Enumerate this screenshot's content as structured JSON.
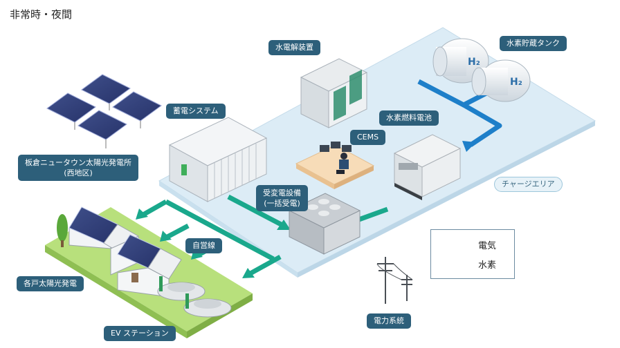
{
  "title": "非常時・夜間",
  "labels": {
    "electrolyzer": "水電解装置",
    "hydrogen_tank": "水素貯蔵タンク",
    "storage_system": "蓄電システム",
    "solar_plant_line1": "板倉ニュータウン太陽光発電所",
    "solar_plant_line2": "(西地区)",
    "cems": "CEMS",
    "fuel_cell": "水素燃料電池",
    "charge_area": "チャージエリア",
    "substation_line1": "受変電設備",
    "substation_line2": "(一括受電)",
    "private_line": "自営線",
    "home_solar": "各戸太陽光発電",
    "ev_station": "EV ステーション",
    "grid": "電力系統",
    "h2_symbol": "H₂"
  },
  "legend": {
    "electricity_label": "電気",
    "hydrogen_label": "水素",
    "electricity_color": "#1aa88c",
    "hydrogen_color": "#1e7fc9"
  },
  "colors": {
    "platform": "#dcecf6",
    "lawn": "#b8e07c",
    "tag_bg": "#2d5f7a"
  }
}
